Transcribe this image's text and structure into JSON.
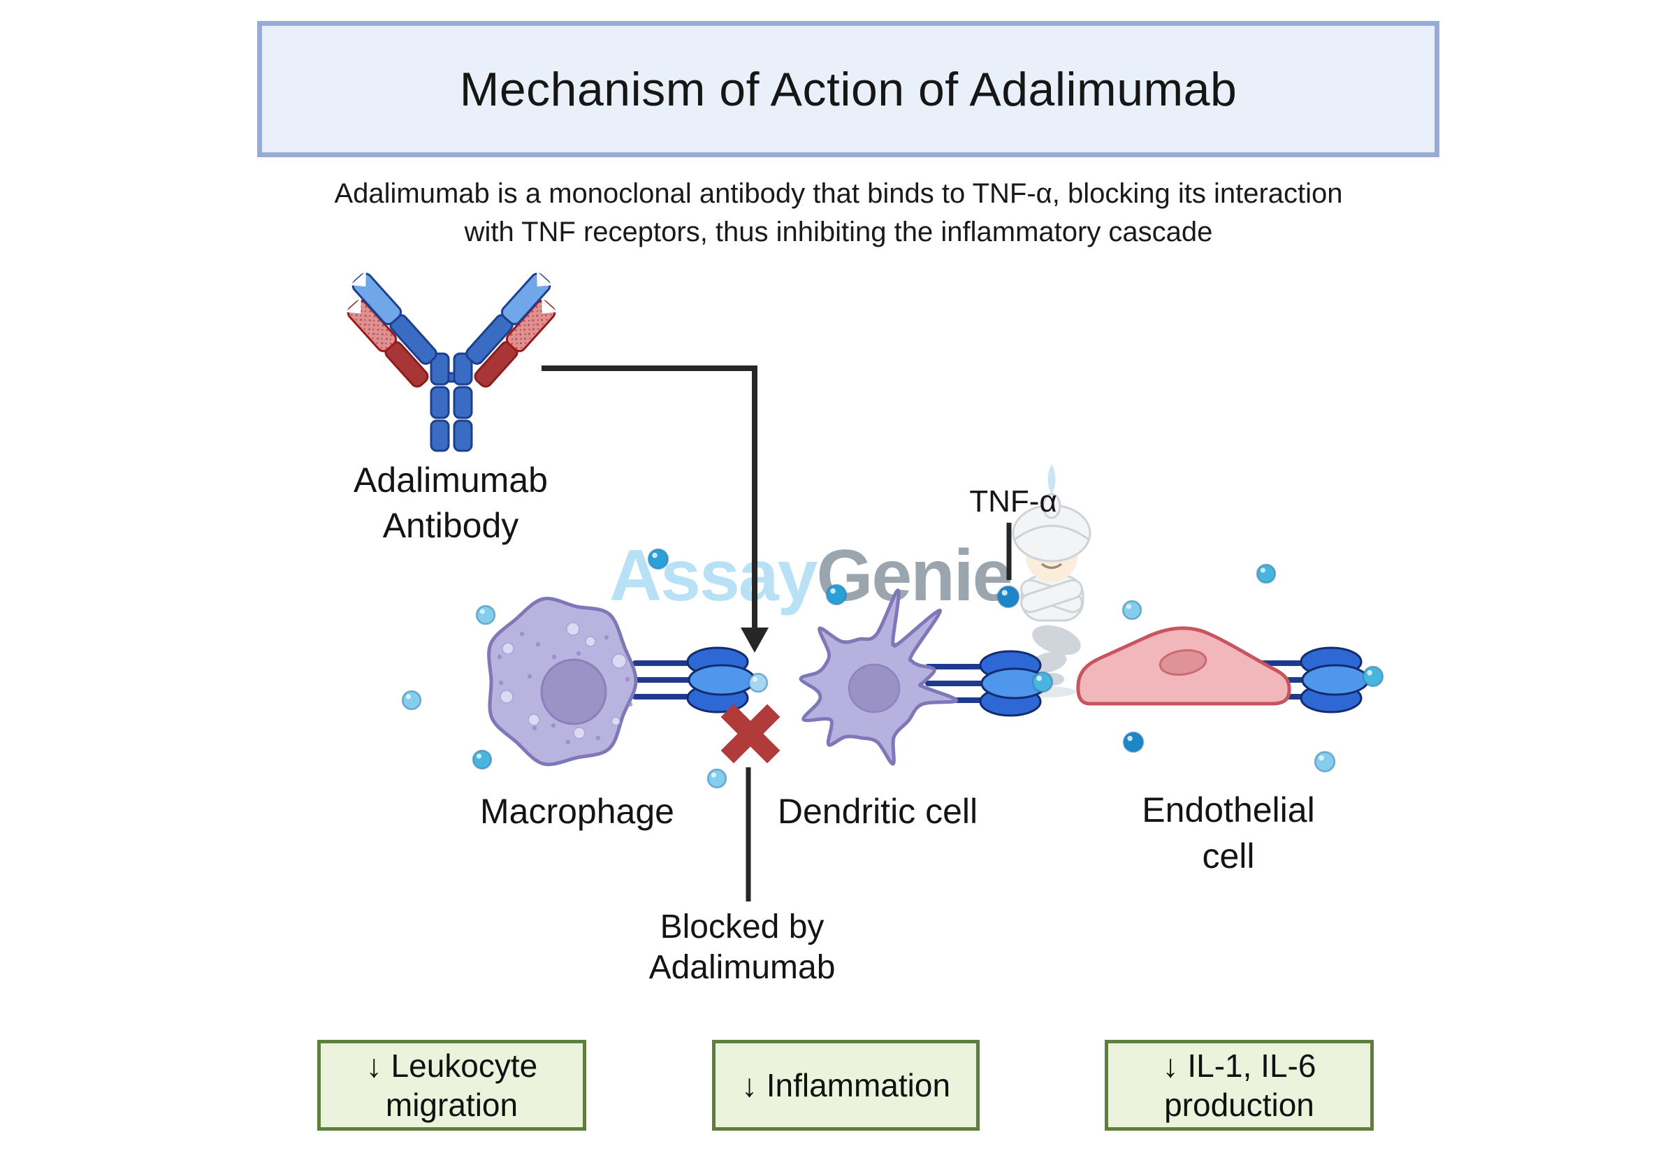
{
  "header": {
    "title": "Mechanism of Action of Adalimumab",
    "subtitle_line1": "Adalimumab is a monoclonal antibody that binds to TNF-α, blocking its interaction",
    "subtitle_line2": "with TNF receptors, thus inhibiting the inflammatory cascade"
  },
  "labels": {
    "antibody_line1": "Adalimumab",
    "antibody_line2": "Antibody",
    "tnf": "TNF-α",
    "macrophage": "Macrophage",
    "dendritic": "Dendritic cell",
    "endothelial_line1": "Endothelial",
    "endothelial_line2": "cell",
    "blocked_line1": "Blocked by",
    "blocked_line2": "Adalimumab"
  },
  "outcomes": [
    {
      "line1": "↓ Leukocyte",
      "line2": "migration"
    },
    {
      "line1": "↓ Inflammation"
    },
    {
      "line1": "↓ IL-1, IL-6",
      "line2": "production"
    }
  ],
  "watermark": {
    "part1": "Assay",
    "part2": "Genie"
  },
  "colors": {
    "textColor": "#1b1b1b",
    "titleBoxBg": "#eaf0fa",
    "titleBoxBorder": "#97abd4",
    "outcomeBoxBg": "#ebf3dc",
    "outcomeBoxBorder": "#5c803c",
    "watermarkAssay": "#b9e1f6",
    "watermarkGenie": "#9aa5ad",
    "antibodyBlue": "#3a6cc4",
    "antibodyBlueLight": "#6fa7e8",
    "antibodyBlueEdge": "#1c3f8f",
    "antibodyRed": "#a93636",
    "antibodyRedLight": "#e09090",
    "antibodyRedEdge": "#8c1d1d",
    "receptorStem": "#1e3a8c",
    "receptorDark": "#2d68d5",
    "receptorLight": "#4f97ec",
    "receptorEdge": "#132c6e",
    "macroBody": "#b9b3e0",
    "macroEdge": "#7f78b8",
    "macroNucleus": "#9b92c6",
    "macroVesicle": "#dcdaf2",
    "dendriticBody": "#b6b1df",
    "dendriticNucleus": "#9a91c7",
    "endoBody": "#f2b7bb",
    "endoEdge": "#c8545e",
    "endoNucleus": "#e09299",
    "blockX": "#b13b3b",
    "lineColor": "#262626",
    "dotLight": "#85cdec",
    "dotCyan": "#47b5de",
    "dotMedium": "#2b9fd8",
    "dotDeep": "#1d86c8",
    "dotPale": "#a5d8f0"
  }
}
